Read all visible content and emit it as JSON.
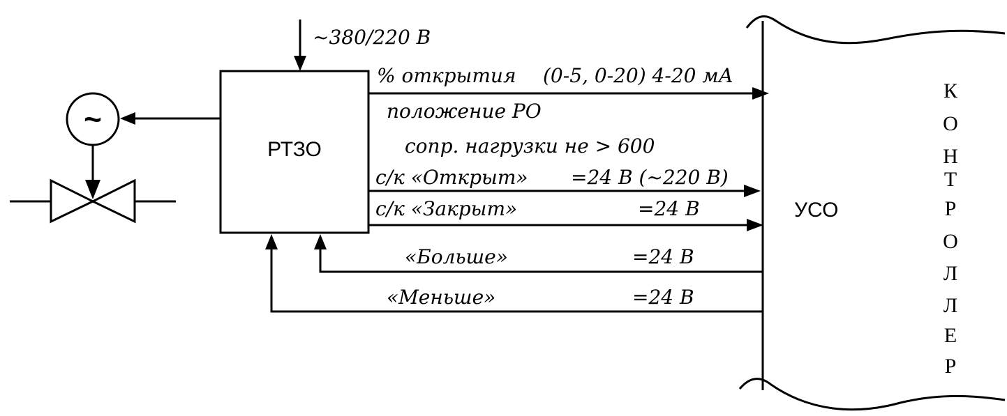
{
  "supply_label": "~380/220 В",
  "actuator_block": "РТЗО",
  "interface_block": "УСО",
  "controller_letters": [
    "К",
    "О",
    "Н",
    "Т",
    "Р",
    "О",
    "Л",
    "Л",
    "Е",
    "Р"
  ],
  "motor_symbol": "~",
  "signals": {
    "open_percent": "% открытия",
    "range": "(0-5, 0-20) 4-20 мА",
    "position": "положение РО",
    "load": "сопр. нагрузки не > 600",
    "open_contact": "с/к «Открыт»",
    "open_voltage": "=24 В (~220 В)",
    "closed_contact": "с/к «Закрыт»",
    "closed_voltage": "=24 В",
    "more": "«Больше»",
    "more_voltage": "=24 В",
    "less": "«Меньше»",
    "less_voltage": "=24 В"
  }
}
